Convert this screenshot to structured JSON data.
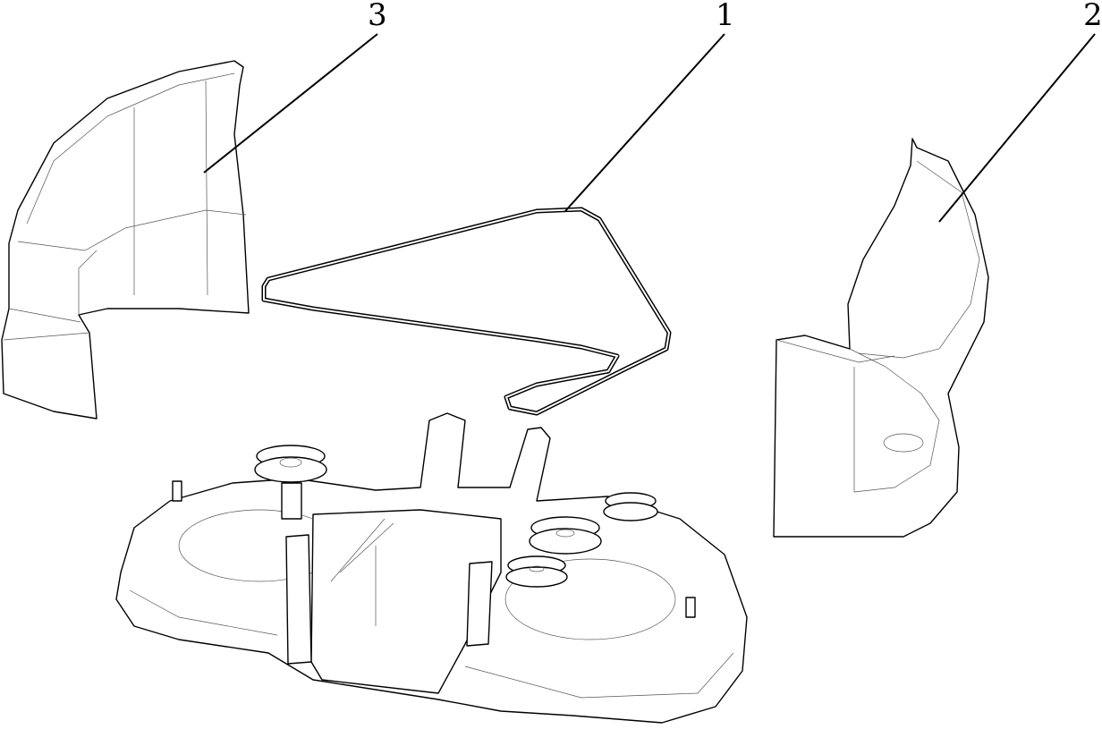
{
  "callouts": [
    {
      "id": "belt",
      "label": "1"
    },
    {
      "id": "right-deflector",
      "label": "2"
    },
    {
      "id": "left-deflector",
      "label": "3"
    }
  ],
  "colors": {
    "line": "#000000",
    "background": "#ffffff"
  }
}
